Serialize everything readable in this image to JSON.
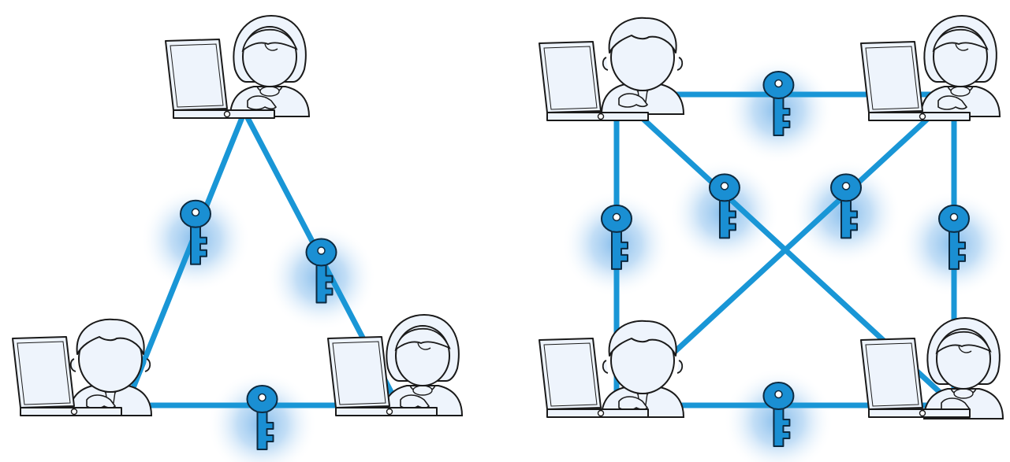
{
  "colors": {
    "link": "#1996d6",
    "key_fill": "#1a8fd3",
    "key_outline": "#0d2a40",
    "glow": "#7db8ea",
    "person_fill": "#eef4fc",
    "person_outline": "#1a1a1a",
    "laptop_fill": "#eef4fc"
  },
  "diagrams": [
    {
      "name": "three-party-network",
      "nodes": [
        {
          "id": "top",
          "gender": "female"
        },
        {
          "id": "bottom-left",
          "gender": "male"
        },
        {
          "id": "bottom-right",
          "gender": "female"
        }
      ],
      "links": [
        {
          "from": "top",
          "to": "bottom-left"
        },
        {
          "from": "top",
          "to": "bottom-right"
        },
        {
          "from": "bottom-left",
          "to": "bottom-right"
        }
      ]
    },
    {
      "name": "four-party-network",
      "nodes": [
        {
          "id": "top-left",
          "gender": "male"
        },
        {
          "id": "top-right",
          "gender": "female"
        },
        {
          "id": "bottom-left",
          "gender": "male"
        },
        {
          "id": "bottom-right",
          "gender": "female"
        }
      ],
      "links": [
        {
          "from": "top-left",
          "to": "top-right"
        },
        {
          "from": "bottom-left",
          "to": "bottom-right"
        },
        {
          "from": "top-left",
          "to": "bottom-left"
        },
        {
          "from": "top-right",
          "to": "bottom-right"
        },
        {
          "from": "top-left",
          "to": "bottom-right"
        },
        {
          "from": "top-right",
          "to": "bottom-left"
        }
      ]
    }
  ]
}
